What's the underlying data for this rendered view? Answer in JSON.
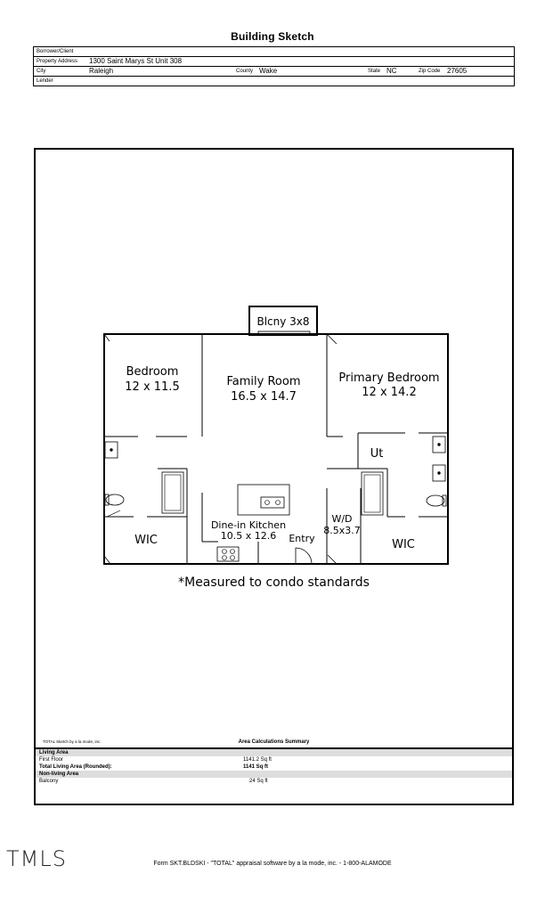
{
  "header": {
    "title": "Building Sketch"
  },
  "info": {
    "borrower_label": "Borrower/Client",
    "address_label": "Property Address",
    "address_value": "1300 Saint Marys St Unit 308",
    "city_label": "City",
    "city_value": "Raleigh",
    "county_label": "County",
    "county_value": "Wake",
    "state_label": "State",
    "state_value": "NC",
    "zip_label": "Zip Code",
    "zip_value": "27605",
    "lender_label": "Lender"
  },
  "sketch": {
    "balcony": "Blcny 3x8",
    "bedroom_name": "Bedroom",
    "bedroom_dims": "12 x 11.5",
    "family_name": "Family Room",
    "family_dims": "16.5 x 14.7",
    "primary_name": "Primary Bedroom",
    "primary_dims": "12 x 14.2",
    "ut": "Ut",
    "wd_name": "W/D",
    "wd_dims": "8.5x3.7",
    "kitchen_name": "Dine-in Kitchen",
    "kitchen_dims": "10.5 x 12.6",
    "entry": "Entry",
    "wic_left": "WIC",
    "wic_right": "WIC",
    "note": "*Measured to condo standards"
  },
  "summary": {
    "credit": "TOTAL Sketch by a la mode, inc.",
    "title": "Area Calculations Summary",
    "living_area": "Living Area",
    "first_floor_label": "First Floor",
    "first_floor_value": "1141.2 Sq ft",
    "total_label": "Total Living Area (Rounded):",
    "total_value": "1141 Sq ft",
    "nonliving_label": "Non-living Area",
    "balcony_label": "Balcony",
    "balcony_value": "24 Sq ft"
  },
  "brand": {
    "logo_text": "TMLS"
  },
  "footer": {
    "text": "Form SKT.BLDSKI - \"TOTAL\" appraisal software by a la mode, inc. - 1-800-ALAMODE"
  }
}
